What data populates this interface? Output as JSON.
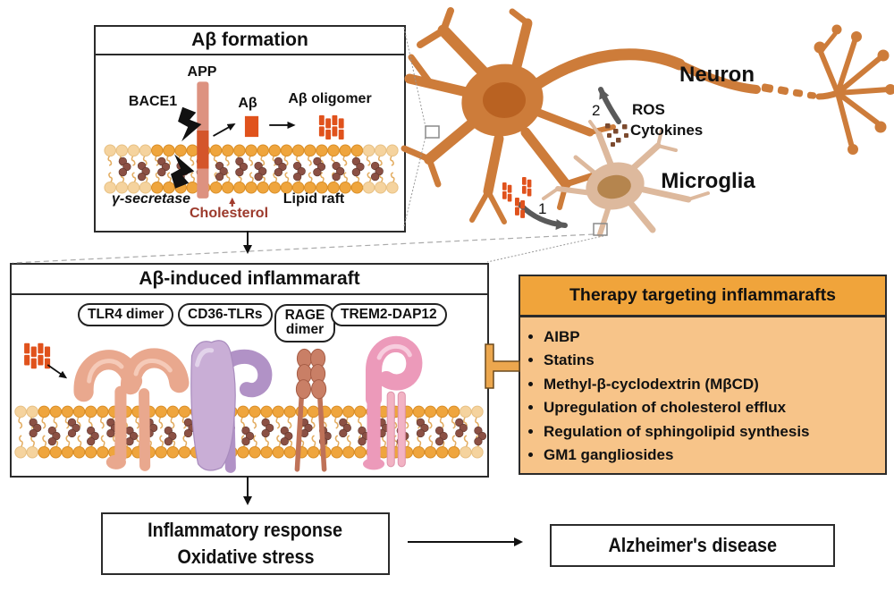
{
  "formation": {
    "title": "Aβ formation",
    "app": "APP",
    "bace1": "BACE1",
    "abeta": "Aβ",
    "oligomer": "Aβ oligomer",
    "gamma_secretase": "γ-secretase",
    "cholesterol": "Cholesterol",
    "lipid_raft": "Lipid raft"
  },
  "cells": {
    "neuron": "Neuron",
    "microglia": "Microglia",
    "ros": "ROS",
    "cytokines": "Cytokines",
    "step1": "1",
    "step2": "2"
  },
  "inflammaraft": {
    "title": "Aβ-induced inflammaraft",
    "receptors": [
      "TLR4 dimer",
      "CD36-TLRs",
      "RAGE dimer",
      "TREM2-DAP12"
    ]
  },
  "therapy": {
    "title": "Therapy targeting inflammarafts",
    "items": [
      "AIBP",
      "Statins",
      "Methyl-β-cyclodextrin (MβCD)",
      "Upregulation of cholesterol efflux",
      "Regulation of sphingolipid synthesis",
      "GM1 gangliosides"
    ]
  },
  "outcome": {
    "line1": "Inflammatory response",
    "line2": "Oxidative stress"
  },
  "disease": {
    "label": "Alzheimer's disease"
  },
  "colors": {
    "abeta_orange": "#e0521c",
    "membrane_head": "#efa53d",
    "cholesterol_brown": "#8b5044",
    "cholesterol_text": "#9c3a2c",
    "neuron_orange": "#cd7c3a",
    "microglia_tan": "#ddb99d",
    "therapy_header": "#f0a43b",
    "therapy_body": "#f7c489",
    "tlr4_salmon": "#e9a88e",
    "cd36_purple": "#c9aed6",
    "rage_terracotta": "#c97f66",
    "trem2_pink": "#ec9aba"
  }
}
